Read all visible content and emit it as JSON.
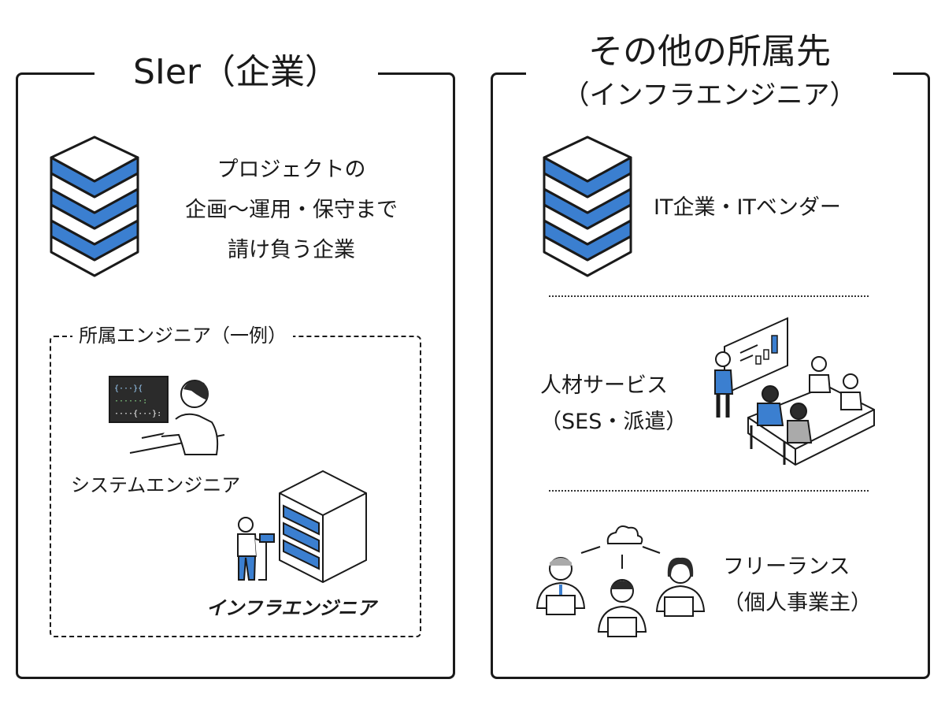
{
  "left_panel": {
    "title": "SIer（企業）",
    "description": [
      "プロジェクトの",
      "企画〜運用・保守まで",
      "請け負う企業"
    ],
    "engineers_box": {
      "label": "所属エンジニア（一例）",
      "system_engineer": "システムエンジニア",
      "infra_engineer": "インフラエンジニア",
      "code_glyphs": [
        "{···}{",
        "······:",
        "····{···}:"
      ]
    }
  },
  "right_panel": {
    "title_line1": "その他の所属先",
    "title_line2": "（インフラエンジニア）",
    "it_companies": "IT企業・ITベンダー",
    "staffing": [
      "人材サービス",
      "（SES・派遣）"
    ],
    "freelance": [
      "フリーランス",
      "（個人事業主）"
    ]
  },
  "colors": {
    "accent": "#3b7fd0",
    "line": "#1a1a1a",
    "background": "#ffffff"
  },
  "icons": [
    "server-stack-icon",
    "programmer-illustration",
    "server-rack-illustration",
    "meeting-illustration",
    "cloud-network-illustration"
  ]
}
